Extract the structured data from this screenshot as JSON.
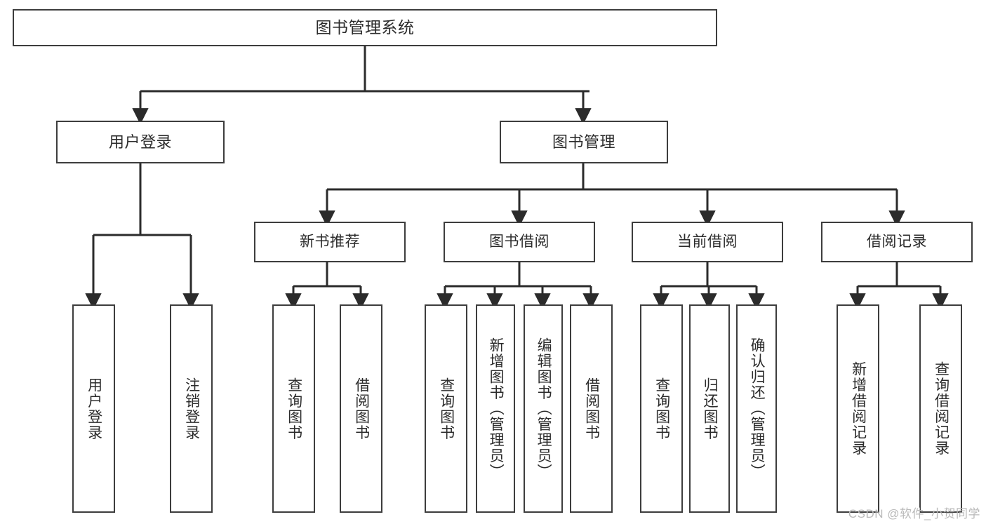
{
  "diagram": {
    "title": "图书管理系统",
    "type": "tree",
    "watermark": "CSDN @软件_小贺同学",
    "colors": {
      "box_border": "#3d3d3d",
      "box_fill": "#ffffff",
      "edge": "#2b2b2b",
      "text": "#2b2b2b",
      "watermark": "#b9b9b9",
      "background": "#ffffff"
    },
    "nodes": {
      "root": {
        "label": "图书管理系统"
      },
      "level1": [
        {
          "label": "用户登录"
        },
        {
          "label": "图书管理"
        }
      ],
      "level2": [
        {
          "label": "新书推荐"
        },
        {
          "label": "图书借阅"
        },
        {
          "label": "当前借阅"
        },
        {
          "label": "借阅记录"
        }
      ],
      "leaves": [
        {
          "label": "用户登录",
          "parent": "用户登录"
        },
        {
          "label": "注销登录",
          "parent": "用户登录"
        },
        {
          "label": "查询图书",
          "parent": "新书推荐"
        },
        {
          "label": "借阅图书",
          "parent": "新书推荐"
        },
        {
          "label": "查询图书",
          "parent": "图书借阅"
        },
        {
          "label": "新增图书（管理员）",
          "parent": "图书借阅"
        },
        {
          "label": "编辑图书（管理员）",
          "parent": "图书借阅"
        },
        {
          "label": "借阅图书",
          "parent": "图书借阅"
        },
        {
          "label": "查询图书",
          "parent": "当前借阅"
        },
        {
          "label": "归还图书",
          "parent": "当前借阅"
        },
        {
          "label": "确认归还（管理员）",
          "parent": "当前借阅"
        },
        {
          "label": "新增借阅记录",
          "parent": "借阅记录"
        },
        {
          "label": "查询借阅记录",
          "parent": "借阅记录"
        }
      ]
    }
  }
}
